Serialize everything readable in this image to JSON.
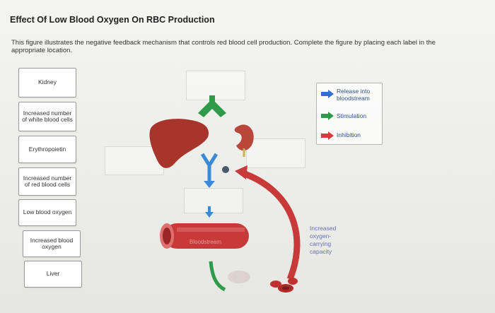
{
  "header": {
    "title": "Effect Of Low Blood Oxygen On RBC Production",
    "instructions": "This figure illustrates the negative feedback mechanism that controls red blood cell production. Complete the figure by placing each label in the appropriate location."
  },
  "labels": [
    {
      "text": "Kidney"
    },
    {
      "text": "Increased number of white blood cells"
    },
    {
      "text": "Erythropoietin"
    },
    {
      "text": "Increased number of red blood cells"
    },
    {
      "text": "Low blood oxygen"
    },
    {
      "text": "Increased blood oxygen"
    },
    {
      "text": "Liver"
    }
  ],
  "legend": {
    "items": [
      {
        "text": "Release into bloodstream",
        "color": "#2f6fd0"
      },
      {
        "text": "Stimulation",
        "color": "#2f9a4a"
      },
      {
        "text": "Inhibition",
        "color": "#d63a3a"
      }
    ]
  },
  "figure": {
    "bloodstream_label": "Bloodstream",
    "capacity_label": "Increased oxygen-carrying capacity",
    "colors": {
      "artery": "#c83a3a",
      "liver": "#a8352c",
      "kidney": "#b8473a",
      "down_arrow": "#3a8ad8",
      "up_arrow": "#2f9a4a"
    }
  }
}
